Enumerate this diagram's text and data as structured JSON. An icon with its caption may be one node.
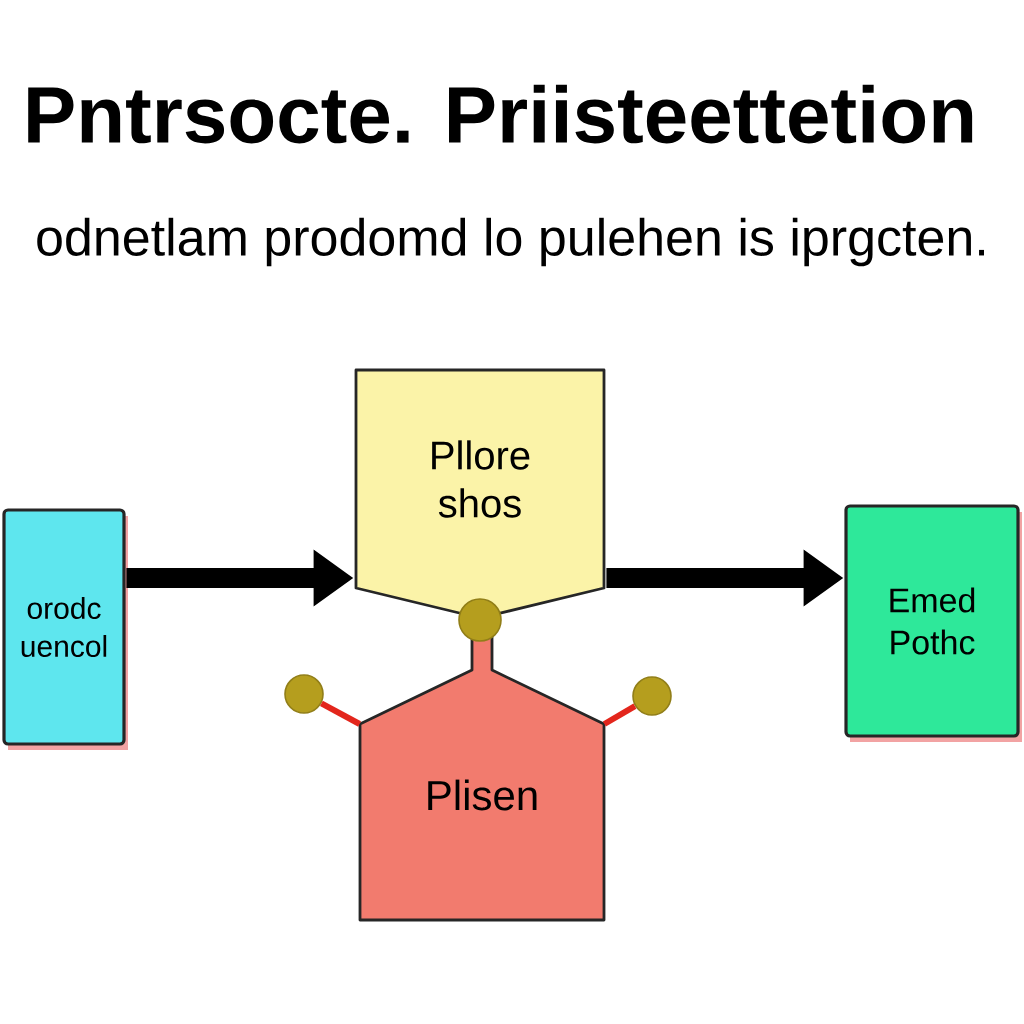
{
  "diagram": {
    "title": "Pntrsocte. Priisteettetion",
    "nodes": [
      {
        "text": [
          "orodc uencol"
        ]
      },
      {
        "text": [
          "Pllore shos"
        ]
      },
      {
        "text": [
          "Plisen"
        ]
      },
      {
        "text": [
          "Emed Pothc"
        ]
      },
      {
        "text": [],
        "shape": "circle"
      },
      {
        "text": [],
        "shape": "circle"
      },
      {
        "text": [],
        "shape": "circle"
      }
    ],
    "edges": [
      {
        "from": 0,
        "to": 1,
        "arrow": "to",
        "style": "thick"
      },
      {
        "from": 1,
        "to": 3,
        "arrow": "to",
        "style": "thick"
      },
      {
        "from": 2,
        "to": 4,
        "arrow": "none",
        "color": "#e3261c"
      },
      {
        "from": 2,
        "to": 6,
        "arrow": "none",
        "color": "#e3261c"
      }
    ],
    "labels": [
      "odnetlam prodomd lo pulehen is iprgcten."
    ]
  }
}
